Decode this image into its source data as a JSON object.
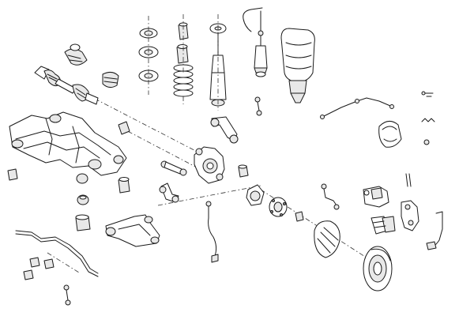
{
  "diagram": {
    "type": "exploded-parts-drawing",
    "text_labels": [],
    "colors": {
      "line": "#1a1a1a",
      "fill": "#ffffff",
      "shade": "#e8e8e8",
      "dark": "#9a9a9a",
      "background": "#ffffff"
    },
    "parts": [
      "drive-shaft",
      "cv-boot-kit",
      "rubber-boot",
      "rear-subframe",
      "subframe-bushings",
      "strut-mount-stack",
      "bump-stop-pair",
      "coil-spring",
      "shock-absorber-with-sensor",
      "shock-absorber",
      "air-spring-strut",
      "height-sensor-link",
      "upper-control-arm",
      "wheel-carrier",
      "toe-link",
      "wheel-bearing-hub",
      "abs-sensor-cable",
      "brake-hose",
      "brake-caliper",
      "brake-pad-set",
      "brake-caliper-carrier",
      "pad-wear-sensor",
      "brake-disc",
      "brake-dust-shield",
      "parking-brake-cable",
      "parking-brake-shoes",
      "brake-spring-kit",
      "lower-control-arm",
      "stabilizer-link",
      "stabilizer-bar",
      "stabilizer-bushing",
      "small-bushing"
    ]
  }
}
